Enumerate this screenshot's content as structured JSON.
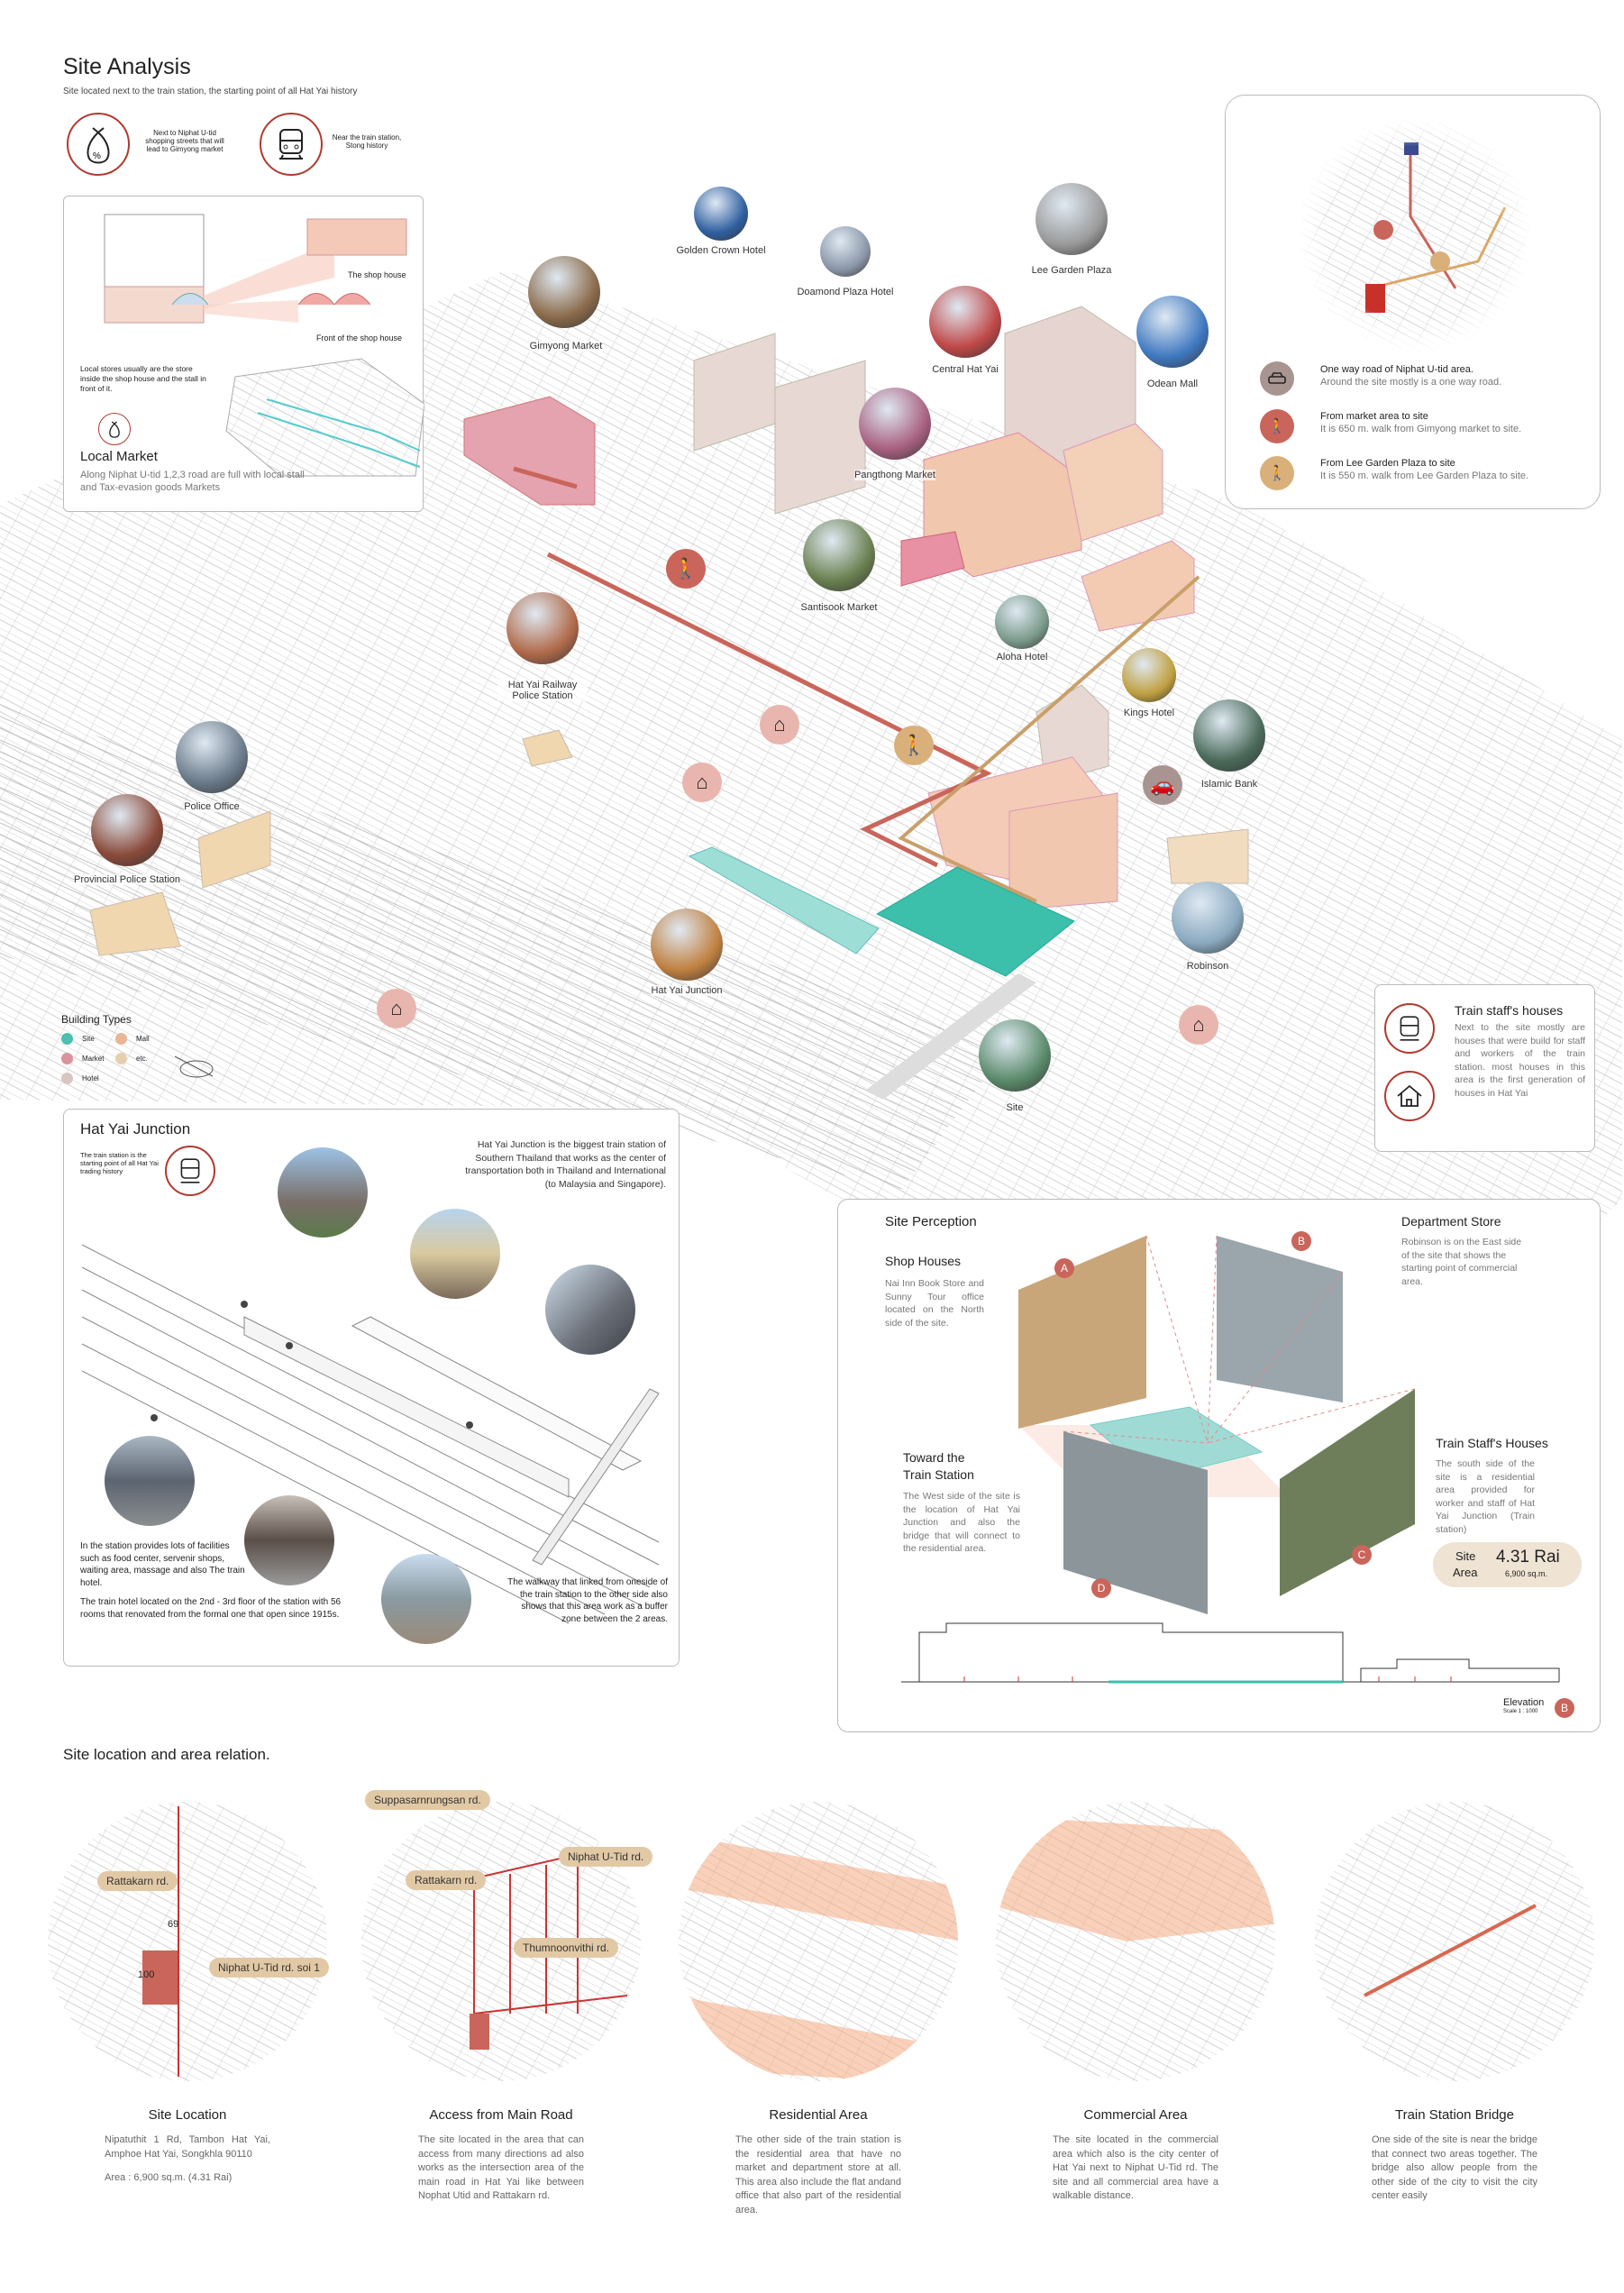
{
  "header": {
    "title": "Site Analysis",
    "subtitle": "Site located next to the train station, the starting point of all Hat Yai history",
    "points": [
      {
        "icon": "money-bag-icon",
        "text": "Next to Niphat U-tid shopping streets that will lead to Gimyong market"
      },
      {
        "icon": "train-icon",
        "text": "Near the train station, Stong history"
      }
    ]
  },
  "local_market": {
    "label_shop_house": "The shop house",
    "label_front": "Front of the shop house",
    "note": "Local stores usually are the store inside the shop house and the stall in front of it.",
    "title": "Local Market",
    "text": "Along Niphat U-tid 1,2,3 road are full with local stall and Tax-evasion goods Markets"
  },
  "access": {
    "items": [
      {
        "icon": "car-icon",
        "color": "#a89490",
        "title": "One way road of Niphat U-tid area.",
        "text": "Around the site mostly is a one way road."
      },
      {
        "icon": "pedestrian-icon",
        "color": "#c9655a",
        "title": "From market area to site",
        "text": "It is 650 m. walk from Gimyong market to site."
      },
      {
        "icon": "pedestrian-icon",
        "color": "#d9b07a",
        "title": "From Lee Garden Plaza to site",
        "text": "It is 550 m. walk from Lee Garden Plaza to site."
      }
    ]
  },
  "map": {
    "landmarks": [
      "Gimyong Market",
      "Golden Crown Hotel",
      "Doamond Plaza Hotel",
      "Lee Garden Plaza",
      "Central Hat Yai",
      "Odean Mall",
      "Pangthong Market",
      "Santisook Market",
      "Aloha Hotel",
      "Kings Hotel",
      "Islamic Bank",
      "Hat Yai Railway Police Station",
      "Police Office",
      "Provincial Police Station",
      "Hat Yai Junction",
      "Robinson",
      "Site"
    ]
  },
  "legend": {
    "title": "Building Types",
    "items": [
      {
        "label": "Site",
        "color": "#4cbfae"
      },
      {
        "label": "Mall",
        "color": "#e8b596"
      },
      {
        "label": "Market",
        "color": "#d9939b"
      },
      {
        "label": "etc.",
        "color": "#e6cfae"
      },
      {
        "label": "Hotel",
        "color": "#d9c6c0"
      }
    ]
  },
  "staff_houses": {
    "title": "Train staff's houses",
    "text": "Next to the site mostly are houses that were build for staff and workers of the train station. most houses in this area is the first generation of houses in Hat Yai"
  },
  "junction": {
    "title": "Hat Yai Junction",
    "icon_note": "The train station is the starting point of all Hat Yai trading history",
    "intro": "Hat Yai Junction is the biggest train station of Southern Thailand that works as the center of transportation both in Thailand and International (to Malaysia and Singapore).",
    "facilities": "In the station provides lots of facilities such as food center, servenir shops, waiting area, massage and also The train hotel.",
    "hotel": "The train hotel located on the 2nd - 3rd floor of the station with 56 rooms that renovated from the formal one that open since 1915s.",
    "walkway": "The walkway that linked from oneside of the train station to the other side also shows that this area work as a buffer zone between the 2 areas."
  },
  "perception": {
    "title": "Site Perception",
    "shop": {
      "title": "Shop Houses",
      "text": "Nai Inn Book Store and Sunny Tour office located on the North side of the site."
    },
    "dept": {
      "title": "Department Store",
      "text": "Robinson is on the East side of the site that shows the starting point of commercial area."
    },
    "station": {
      "title1": "Toward the",
      "title2": "Train Station",
      "text": "The West side of the site is the location of Hat Yai Junction and also the bridge that will connect to the residential area."
    },
    "staff": {
      "title": "Train Staff's Houses",
      "text": "The south side of the site is a residential area provided for worker and staff of Hat Yai Junction (Train station)"
    },
    "views": [
      "A",
      "B",
      "C",
      "D"
    ],
    "area": {
      "label1": "Site",
      "label2": "Area",
      "rai": "4.31 Rai",
      "sqm": "6,900 sq.m."
    },
    "elevation": {
      "title": "Elevation",
      "scale": "Scale 1 : 1000",
      "marker": "B"
    }
  },
  "relation": {
    "title": "Site location and area relation.",
    "map_labels": {
      "rattakarn": "Rattakarn rd.",
      "soi1": "Niphat U-Tid rd. soi 1",
      "n69": "69",
      "n100": "100",
      "suppa": "Suppasarnrungsan rd.",
      "niphat": "Niphat U-Tid rd.",
      "rattakarn2": "Rattakarn rd.",
      "thumnoon": "Thumnoonvithi rd."
    },
    "items": [
      {
        "title": "Site Location",
        "text": "Nipatuthit 1 Rd, Tambon Hat Yai, Amphoe Hat Yai, Songkhla 90110",
        "text2": "Area : 6,900 sq.m. (4.31 Rai)"
      },
      {
        "title": "Access from Main Road",
        "text": "The site located in the area that can access from many directions ad also works as the intersection area of the main road in Hat Yai like between Nophat Utid and Rattakarn rd."
      },
      {
        "title": "Residential Area",
        "text": "The other side of the train station is the residential area that have no market and department store at all. This area also include the flat andand office that also part of the residential area."
      },
      {
        "title": "Commercial Area",
        "text": "The site located in the commercial area which also is the city center of Hat Yai next to Niphat U-Tid rd. The site and all commercial area have a walkable distance."
      },
      {
        "title": "Train Station Bridge",
        "text": "One side of the site is near the bridge that connect two areas together. The bridge also allow people from the other side of the city to visit the city center easily"
      }
    ]
  }
}
